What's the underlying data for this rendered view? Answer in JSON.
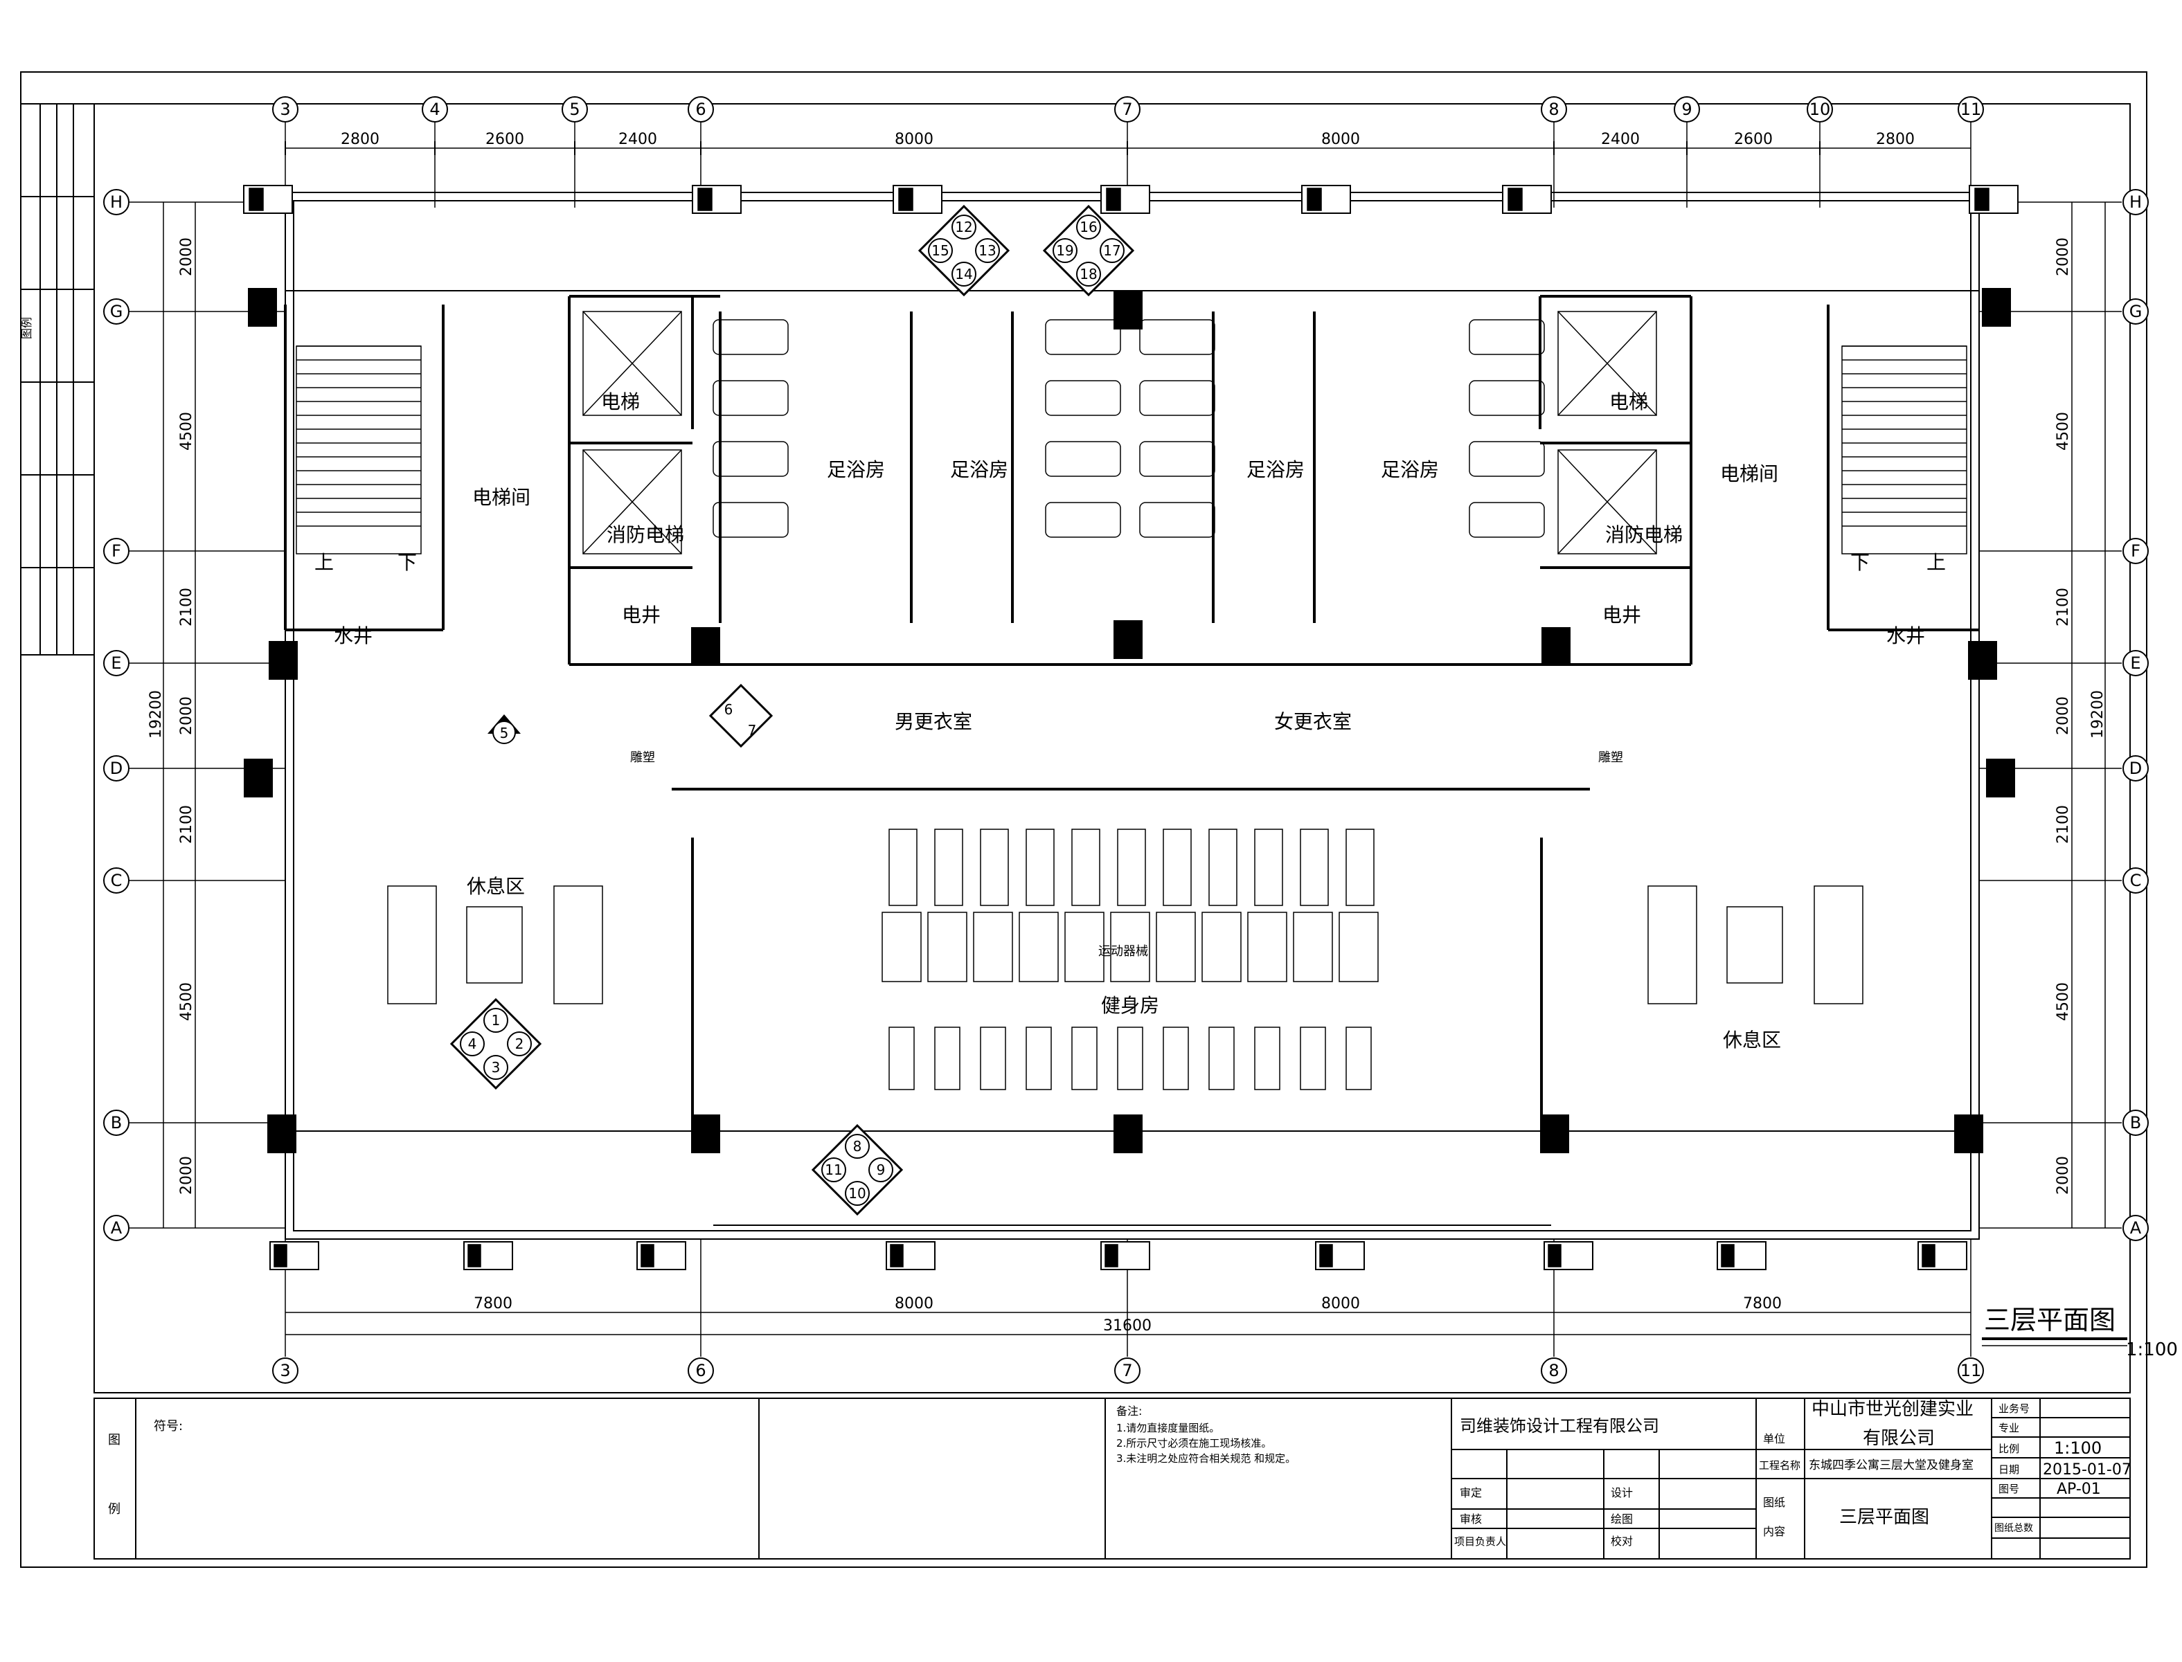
{
  "drawing": {
    "title": "三层平面图",
    "scale_label": "1:100"
  },
  "grid": {
    "top_axes": [
      "3",
      "4",
      "5",
      "6",
      "7",
      "8",
      "9",
      "10",
      "11"
    ],
    "bottom_axes": [
      "3",
      "6",
      "7",
      "8",
      "11"
    ],
    "rows": [
      "H",
      "G",
      "F",
      "E",
      "D",
      "C",
      "B",
      "A"
    ],
    "top_dims": [
      "2800",
      "2600",
      "2400",
      "8000",
      "8000",
      "2400",
      "2600",
      "2800"
    ],
    "bottom_dims": [
      "7800",
      "8000",
      "8000",
      "7800"
    ],
    "total_width": "31600",
    "left_dims": [
      "2000",
      "4500",
      "2100",
      "2000",
      "2100",
      "4500",
      "2000"
    ],
    "right_dims": [
      "2000",
      "4500",
      "2100",
      "2000",
      "2100",
      "4500",
      "2000"
    ],
    "total_height": "19200"
  },
  "rooms": {
    "stair_left": "电梯间",
    "stair_right": "电梯间",
    "elevator": "电梯",
    "fire_elevator": "消防电梯",
    "elec_shaft": "电井",
    "water_shaft": "水井",
    "foot_bath": "足浴房",
    "male_locker": "男更衣室",
    "female_locker": "女更衣室",
    "lounge": "休息区",
    "gym": "健身房",
    "equipment": "运动器械",
    "sculpture": "雕塑",
    "up": "上",
    "down": "下"
  },
  "index_markers": {
    "a": [
      "12",
      "13",
      "14",
      "15"
    ],
    "b": [
      "16",
      "17",
      "18",
      "19"
    ],
    "c": [
      "1",
      "2",
      "3",
      "4"
    ],
    "d": [
      "8",
      "9",
      "10",
      "11"
    ],
    "e": [
      "6",
      "7"
    ],
    "f": "5"
  },
  "side_strip": {
    "label": "图例"
  },
  "title_block": {
    "col1_top": "图",
    "col1_bottom": "例",
    "sign_label": "符号:",
    "notes_title": "备注:",
    "notes": [
      "1.请勿直接度量图纸。",
      "2.所示尺寸必须在施工现场核准。",
      "3.未注明之处应符合相关规范 和规定。"
    ],
    "company": "司维装饰设计工程有限公司",
    "left_labels": [
      "审定",
      "审核",
      "项目负责人"
    ],
    "right_labels": [
      "设计",
      "绘图",
      "校对"
    ],
    "unit_label": "单位",
    "client_line1": "中山市世光创建实业",
    "client_line2": "有限公司",
    "project_label": "工程名称",
    "project": "东城四季公寓三层大堂及健身室",
    "content_label1": "图纸",
    "content_label2": "内容",
    "content": "三层平面图",
    "field_labels": [
      "业务号",
      "专业",
      "比例",
      "日期",
      "图号",
      "图纸总数"
    ],
    "scale": "1:100",
    "date": "2015-01-07",
    "drawing_no": "AP-01"
  }
}
